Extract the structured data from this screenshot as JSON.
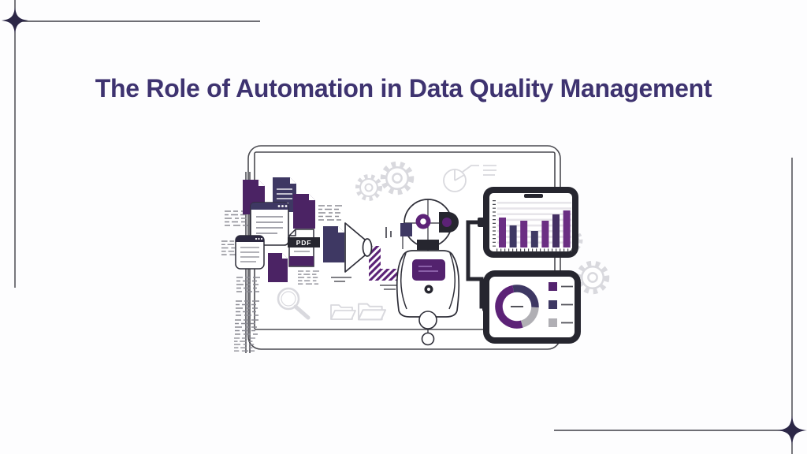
{
  "page": {
    "background": "#fdfdfe",
    "accent_color": "#3e3370"
  },
  "header": {
    "title": "The Role of Automation in Data Quality Management"
  },
  "illustration": {
    "pdf_label": "PDF",
    "palette": {
      "deep_purple": "#53226e",
      "doc_purple": "#4b2364",
      "navy": "#3e3863",
      "frame_dark": "#26262f",
      "outline_dark": "#2e2e38",
      "light_gray": "#d9d9de",
      "legend_gray": "#b0afb4"
    }
  },
  "chart_data": [
    {
      "id": "monitor-bar-chart",
      "type": "bar",
      "values": [
        38,
        28,
        34,
        21,
        34,
        42,
        47
      ],
      "bar_colors": [
        "#6b2e83",
        "#3e3863",
        "#6b2e83",
        "#3e3863",
        "#6b2e83",
        "#443063",
        "#6b2e83"
      ],
      "ylim": [
        0,
        50
      ],
      "grid": true,
      "legend_position": "none"
    },
    {
      "id": "monitor-donut-chart",
      "type": "pie",
      "start_angle_deg": -12,
      "segments": [
        {
          "name": "segment-navy",
          "color": "#3e3863",
          "pct": 29
        },
        {
          "name": "segment-gray",
          "color": "#b0afb4",
          "pct": 20
        },
        {
          "name": "segment-purple",
          "color": "#5c2277",
          "pct": 51
        }
      ],
      "legend": [
        {
          "swatch": "#53226e"
        },
        {
          "swatch": "#3e3863"
        },
        {
          "swatch": "#b0afb4"
        }
      ],
      "legend_position": "right"
    }
  ]
}
